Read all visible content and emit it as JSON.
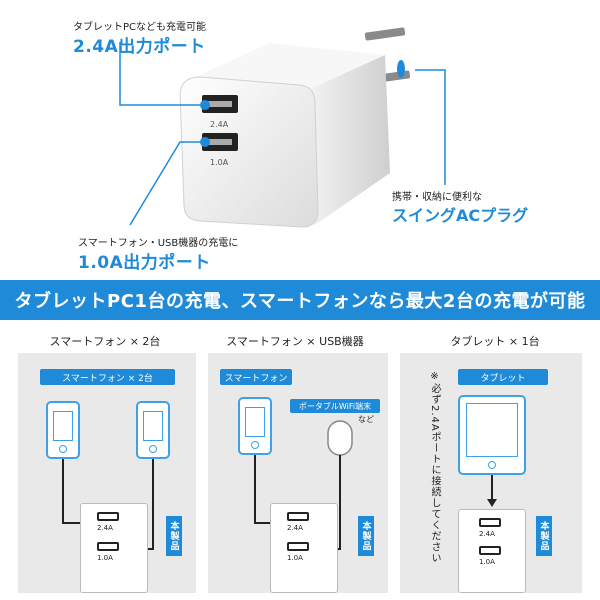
{
  "callouts": {
    "port24_note": "タブレットPCなども充電可能",
    "port24_title": "2.4A出力ポート",
    "plug_note": "携帯・収納に便利な",
    "plug_title": "スイングACプラグ",
    "port10_note": "スマートフォン・USB機器の充電に",
    "port10_title": "1.0A出力ポート"
  },
  "device_labels": {
    "port_a": "2.4A",
    "port_b": "1.0A"
  },
  "banner": "タブレットPC1台の充電、スマートフォンなら最大2台の充電が可能",
  "panels": [
    {
      "title": "スマートフォン × 2台",
      "pill": "スマートフォン × 2台",
      "port_top": "2.4A",
      "port_bottom": "1.0A",
      "tag": "本製品"
    },
    {
      "title": "スマートフォン × USB機器",
      "pill": "スマートフォン",
      "pill2": "ポータブルWiFi端末",
      "pill2_sub": "など",
      "port_top": "2.4A",
      "port_bottom": "1.0A",
      "tag": "本製品"
    },
    {
      "title": "タブレット × 1台",
      "pill": "タブレット",
      "note": "※必ず2.4Aポートに接続してください",
      "port_top": "2.4A",
      "port_bottom": "1.0A",
      "tag": "本製品"
    }
  ],
  "colors": {
    "accent": "#1f8bd8",
    "panel_bg": "#e9e9e9"
  }
}
